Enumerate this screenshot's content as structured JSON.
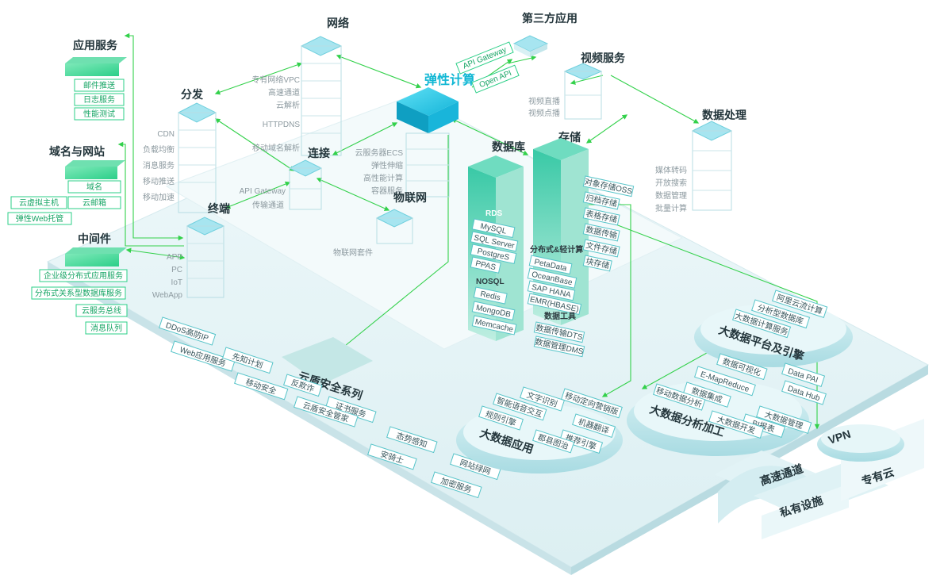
{
  "colors": {
    "accent_green": "#33d14b",
    "accent_cyan": "#11b7d4",
    "teal_building": "#3cc6a8",
    "platform": "#e7f4f6"
  },
  "icons": {
    "arrow": "double-arrow-icon",
    "server": "server-stack-icon",
    "building": "tower-icon"
  },
  "title": {
    "elastic": "弹性计算"
  },
  "network": {
    "title": "网络",
    "items": [
      "专有网络VPC",
      "高速通道",
      "云解析",
      "HTTPDNS",
      "移动域名解析"
    ]
  },
  "distribution": {
    "title": "分发",
    "items": [
      "CDN",
      "负载均衡",
      "消息服务",
      "移动推送",
      "移动加速"
    ]
  },
  "connect": {
    "title": "连接",
    "items": [
      "API Gateway",
      "传输通道"
    ]
  },
  "elastic": {
    "items": [
      "云服务器ECS",
      "弹性伸缩",
      "高性能计算",
      "容器服务"
    ]
  },
  "iot": {
    "title": "物联网",
    "items": [
      "物联网套件"
    ]
  },
  "terminal": {
    "title": "终端",
    "items": [
      "APP",
      "PC",
      "IoT",
      "WebApp"
    ]
  },
  "app_services": {
    "title": "应用服务",
    "items": [
      "邮件推送",
      "日志服务",
      "性能测试"
    ]
  },
  "domain": {
    "title": "域名与网站",
    "items": [
      "域名",
      "云虚拟主机",
      "云邮箱",
      "弹性Web托管"
    ]
  },
  "middleware": {
    "title": "中间件",
    "items": [
      "企业级分布式应用服务",
      "分布式关系型数据库服务",
      "云服务总线",
      "消息队列"
    ]
  },
  "third_party": {
    "title": "第三方应用",
    "items": [
      "API Gateway",
      "Open API"
    ]
  },
  "video": {
    "title": "视频服务",
    "items": [
      "视频直播",
      "视频点播"
    ]
  },
  "data_processing": {
    "title": "数据处理",
    "items": [
      "媒体转码",
      "开放搜索",
      "数据管理",
      "批量计算"
    ]
  },
  "database": {
    "title": "数据库",
    "rds_title": "RDS",
    "rds_items": [
      "MySQL",
      "SQL Server",
      "PostgreS",
      "PPAS"
    ],
    "nosql_title": "NOSQL",
    "nosql_items": [
      "Redis",
      "MongoDB",
      "Memcache"
    ]
  },
  "storage": {
    "title": "存储",
    "items": [
      "对象存储OSS",
      "归档存储",
      "表格存储",
      "数据传输",
      "文件存储",
      "块存储"
    ],
    "distributed_title": "分布式&轻计算",
    "distributed_items": [
      "PetaData",
      "OceanBase",
      "SAP HANA",
      "EMR(HBASE)"
    ],
    "tools_title": "数据工具",
    "tools_items": [
      "数据传输DTS",
      "数据管理DMS"
    ]
  },
  "security": {
    "title": "云盾安全系列",
    "items": [
      "DDoS高防IP",
      "Web应用服务",
      "先知计划",
      "移动安全",
      "反欺诈",
      "证书服务",
      "云盾安全管家",
      "态势感知",
      "安骑士",
      "网站绿网",
      "加密服务"
    ]
  },
  "bigdata_platform": {
    "title": "大数据平台及引擎",
    "items": [
      "阿里云流计算",
      "分析型数据库",
      "大数据计算服务"
    ]
  },
  "bigdata_analysis": {
    "title": "大数据分析加工",
    "items": [
      "数据可视化",
      "Data PAI",
      "E-MapReduce",
      "Data Hub",
      "数据集成",
      "移动数据分析",
      "大数据管理",
      "BI报表",
      "大数据开发"
    ]
  },
  "bigdata_apps": {
    "title": "大数据应用",
    "items": [
      "文字识别",
      "移动定向营销版",
      "智能语音交互",
      "机器翻译",
      "规则引擎",
      "推荐引擎",
      "郡县图治"
    ]
  },
  "hybrid": {
    "vpn": "VPN",
    "express": "高速通道",
    "private": "私有设施",
    "dedicated": "专有云"
  }
}
